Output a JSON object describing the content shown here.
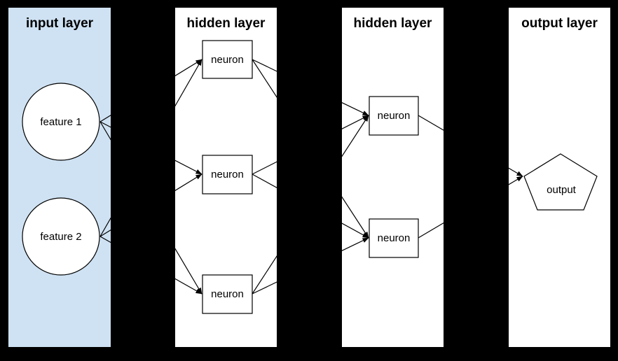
{
  "page": {
    "background_color": "#000000",
    "line_color": "#000000",
    "node_fill_color": "#ffffff"
  },
  "diagram": {
    "type": "neural-network",
    "layers": [
      {
        "title": "input layer",
        "fill": "#cfe2f3",
        "nodes": [
          {
            "id": "feature-1",
            "label": "feature 1",
            "shape": "circle"
          },
          {
            "id": "feature-2",
            "label": "feature 2",
            "shape": "circle"
          }
        ]
      },
      {
        "title": "hidden layer",
        "fill": "#ffffff",
        "nodes": [
          {
            "id": "h1-neuron-1",
            "label": "neuron",
            "shape": "rectangle"
          },
          {
            "id": "h1-neuron-2",
            "label": "neuron",
            "shape": "rectangle"
          },
          {
            "id": "h1-neuron-3",
            "label": "neuron",
            "shape": "rectangle"
          }
        ]
      },
      {
        "title": "hidden layer",
        "fill": "#ffffff",
        "nodes": [
          {
            "id": "h2-neuron-1",
            "label": "neuron",
            "shape": "rectangle"
          },
          {
            "id": "h2-neuron-2",
            "label": "neuron",
            "shape": "rectangle"
          }
        ]
      },
      {
        "title": "output layer",
        "fill": "#ffffff",
        "nodes": [
          {
            "id": "output",
            "label": "output",
            "shape": "pentagon"
          }
        ]
      }
    ],
    "connections": [
      {
        "from": "feature-1",
        "to": "h1-neuron-1"
      },
      {
        "from": "feature-1",
        "to": "h1-neuron-2"
      },
      {
        "from": "feature-1",
        "to": "h1-neuron-3"
      },
      {
        "from": "feature-2",
        "to": "h1-neuron-1"
      },
      {
        "from": "feature-2",
        "to": "h1-neuron-2"
      },
      {
        "from": "feature-2",
        "to": "h1-neuron-3"
      },
      {
        "from": "h1-neuron-1",
        "to": "h2-neuron-1"
      },
      {
        "from": "h1-neuron-1",
        "to": "h2-neuron-2"
      },
      {
        "from": "h1-neuron-2",
        "to": "h2-neuron-1"
      },
      {
        "from": "h1-neuron-2",
        "to": "h2-neuron-2"
      },
      {
        "from": "h1-neuron-3",
        "to": "h2-neuron-1"
      },
      {
        "from": "h1-neuron-3",
        "to": "h2-neuron-2"
      },
      {
        "from": "h2-neuron-1",
        "to": "output"
      },
      {
        "from": "h2-neuron-2",
        "to": "output"
      }
    ]
  }
}
